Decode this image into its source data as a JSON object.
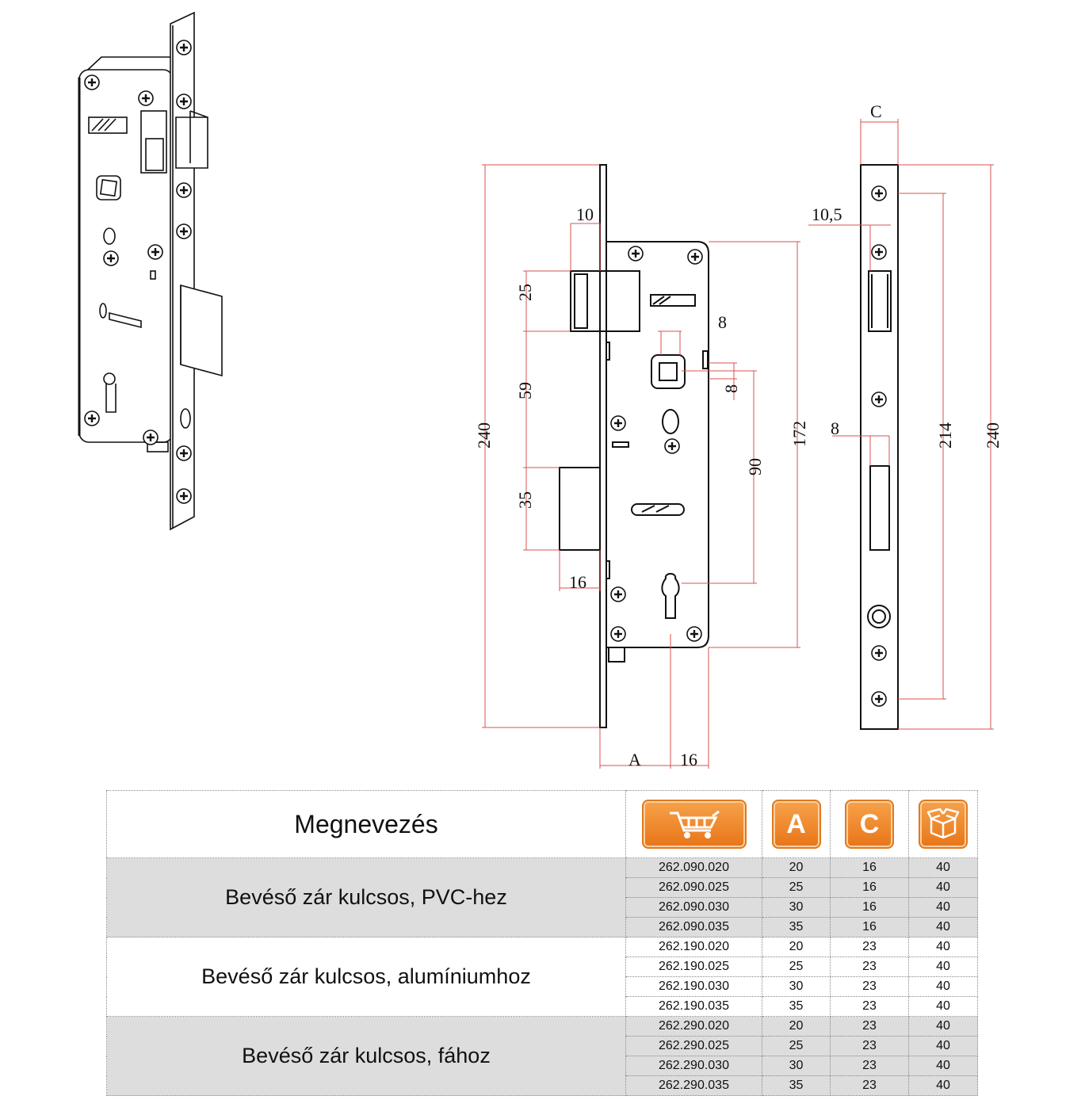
{
  "dimensions": {
    "a10": "10",
    "a25": "25",
    "a59": "59",
    "a35": "35",
    "a16": "16",
    "a240": "240",
    "a8top": "8",
    "a8side": "8",
    "a90": "90",
    "a172": "172",
    "aA": "A",
    "a16bottom": "16",
    "sC": "C",
    "s105": "10,5",
    "s8": "8",
    "s214": "214",
    "s240": "240"
  },
  "table": {
    "header": {
      "name": "Megnevezés",
      "cart_icon": "shopping-cart-icon",
      "col_a": "A",
      "col_c": "C",
      "box_icon": "box-icon"
    },
    "groups": [
      {
        "name": "Bevéső zár kulcsos, PVC-hez",
        "rows": [
          {
            "code": "262.090.020",
            "a": "20",
            "c": "16",
            "qty": "40"
          },
          {
            "code": "262.090.025",
            "a": "25",
            "c": "16",
            "qty": "40"
          },
          {
            "code": "262.090.030",
            "a": "30",
            "c": "16",
            "qty": "40"
          },
          {
            "code": "262.090.035",
            "a": "35",
            "c": "16",
            "qty": "40"
          }
        ]
      },
      {
        "name": "Bevéső zár kulcsos, alumíniumhoz",
        "rows": [
          {
            "code": "262.190.020",
            "a": "20",
            "c": "23",
            "qty": "40"
          },
          {
            "code": "262.190.025",
            "a": "25",
            "c": "23",
            "qty": "40"
          },
          {
            "code": "262.190.030",
            "a": "30",
            "c": "23",
            "qty": "40"
          },
          {
            "code": "262.190.035",
            "a": "35",
            "c": "23",
            "qty": "40"
          }
        ]
      },
      {
        "name": "Bevéső zár kulcsos, fához",
        "rows": [
          {
            "code": "262.290.020",
            "a": "20",
            "c": "23",
            "qty": "40"
          },
          {
            "code": "262.290.025",
            "a": "25",
            "c": "23",
            "qty": "40"
          },
          {
            "code": "262.290.030",
            "a": "30",
            "c": "23",
            "qty": "40"
          },
          {
            "code": "262.290.035",
            "a": "35",
            "c": "23",
            "qty": "40"
          }
        ]
      }
    ]
  },
  "colors": {
    "accent": "#ef8a2a",
    "shade": "#dddddd",
    "dim_line": "#d9534f"
  }
}
